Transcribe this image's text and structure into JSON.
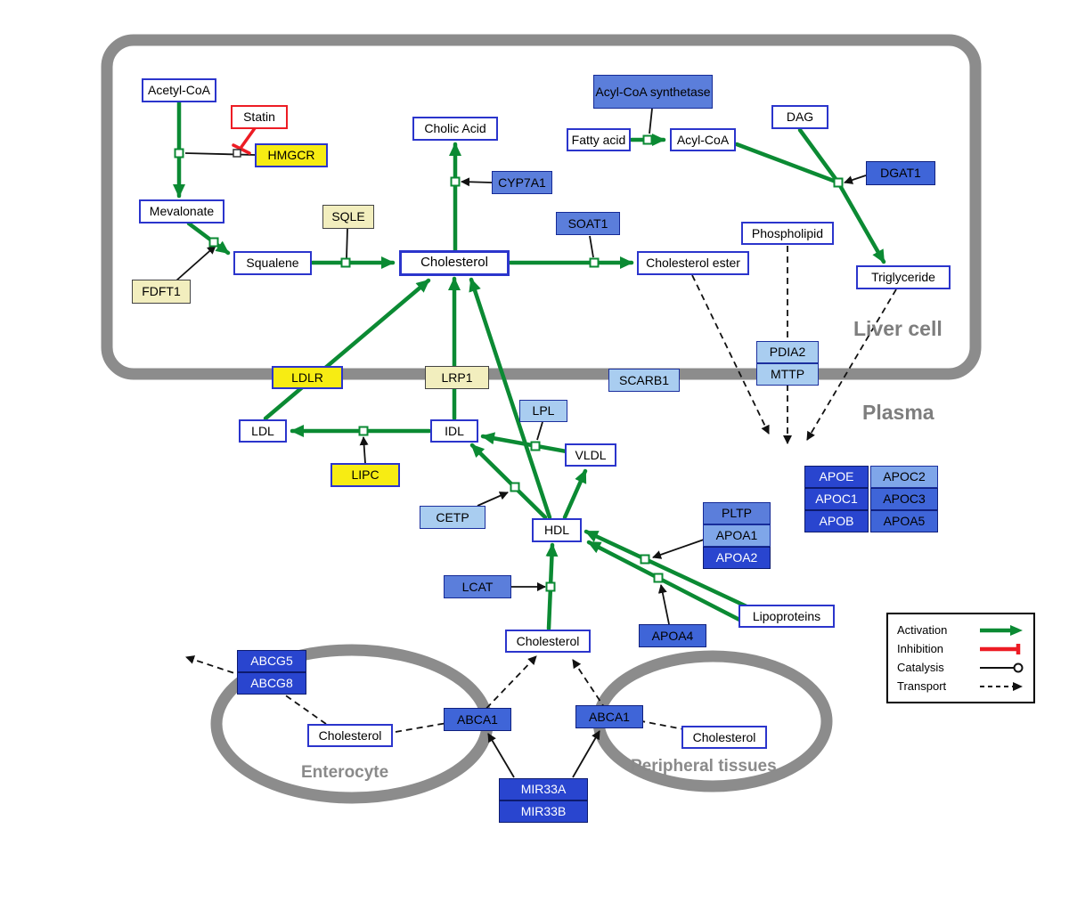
{
  "regions": {
    "liver": "Liver cell",
    "plasma": "Plasma",
    "enterocyte": "Enterocyte",
    "peripheral": "Peripheral tissues"
  },
  "nodes": {
    "acetyl_coa": "Acetyl-CoA",
    "statin": "Statin",
    "hmgcr": "HMGCR",
    "mevalonate": "Mevalonate",
    "sqle": "SQLE",
    "fdft1": "FDFT1",
    "squalene": "Squalene",
    "cholesterol_liver": "Cholesterol",
    "cholic_acid": "Cholic Acid",
    "cyp7a1": "CYP7A1",
    "soat1": "SOAT1",
    "cholesterol_ester": "Cholesterol ester",
    "fatty_acid": "Fatty acid",
    "acyl_coa": "Acyl-CoA",
    "acyl_coa_synthetase": "Acyl-CoA synthetase",
    "dag": "DAG",
    "dgat1": "DGAT1",
    "phospholipid": "Phospholipid",
    "triglyceride": "Triglyceride",
    "ldlr": "LDLR",
    "lrp1": "LRP1",
    "scarb1": "SCARB1",
    "pdia2": "PDIA2",
    "mttp": "MTTP",
    "ldl": "LDL",
    "idl": "IDL",
    "lpl": "LPL",
    "vldl": "VLDL",
    "lipc": "LIPC",
    "cetp": "CETP",
    "hdl": "HDL",
    "lcat": "LCAT",
    "pltp": "PLTP",
    "apoa1": "APOA1",
    "apoa2": "APOA2",
    "apoa4": "APOA4",
    "lipoproteins": "Lipoproteins",
    "apoe": "APOE",
    "apoc1": "APOC1",
    "apob": "APOB",
    "apoc2": "APOC2",
    "apoc3": "APOC3",
    "apoa5": "APOA5",
    "cholesterol_plasma": "Cholesterol",
    "abcg5": "ABCG5",
    "abcg8": "ABCG8",
    "cholesterol_enterocyte": "Cholesterol",
    "abca1_enterocyte": "ABCA1",
    "abca1_peripheral": "ABCA1",
    "cholesterol_peripheral": "Cholesterol",
    "mir33a": "MIR33A",
    "mir33b": "MIR33B"
  },
  "legend": {
    "activation": "Activation",
    "inhibition": "Inhibition",
    "catalysis": "Catalysis",
    "transport": "Transport"
  },
  "colors": {
    "activation_green": "#0b8a33",
    "inhibition_red": "#ed1c24",
    "membrane_gray": "#8c8c8c"
  }
}
